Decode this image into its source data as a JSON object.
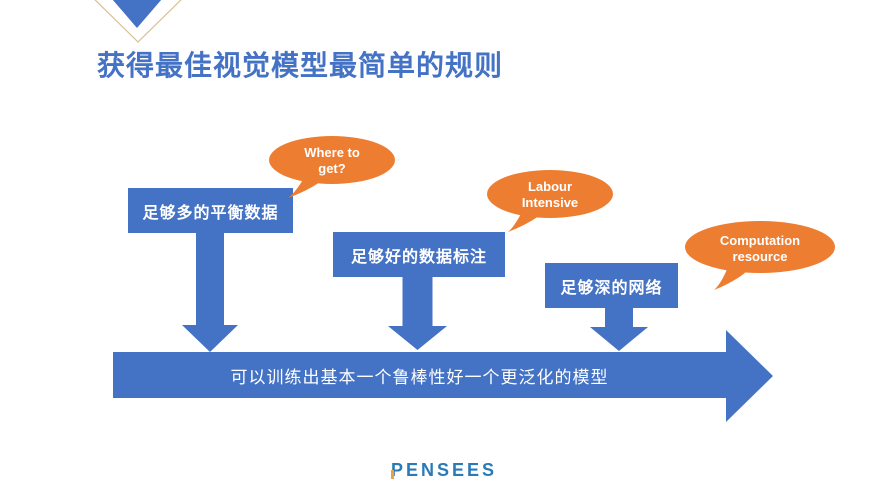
{
  "slide": {
    "title": "获得最佳视觉模型最简单的规则"
  },
  "colors": {
    "primary_blue": "#4472C4",
    "accent_orange": "#ED7D31",
    "title_blue": "#4472C4",
    "logo_blue": "#2B7AB8",
    "logo_accent_orange": "#E8A33D",
    "deco_gold_outline": "#D9BF92"
  },
  "boxes": [
    {
      "label": "足够多的平衡数据"
    },
    {
      "label": "足够好的数据标注"
    },
    {
      "label": "足够深的网络"
    }
  ],
  "bubbles": [
    {
      "line1": "Where to",
      "line2": "get?"
    },
    {
      "line1": "Labour",
      "line2": "Intensive"
    },
    {
      "line1": "Computation",
      "line2": "resource"
    }
  ],
  "main_arrow": {
    "label": "可以训练出基本一个鲁棒性好一个更泛化的模型"
  },
  "footer": {
    "logo_text": "PENSEES"
  }
}
